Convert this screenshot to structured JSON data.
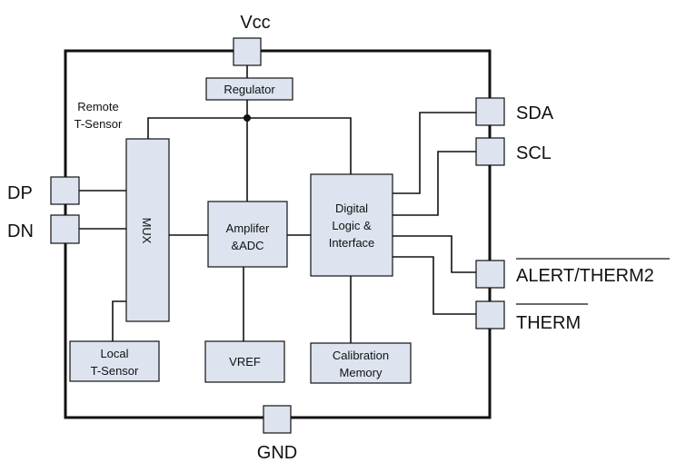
{
  "pins": {
    "vcc": "Vcc",
    "gnd": "GND",
    "dp": "DP",
    "dn": "DN",
    "sda": "SDA",
    "scl": "SCL",
    "alert": "ALERT/THERM2",
    "therm": "THERM"
  },
  "blocks": {
    "regulator": "Regulator",
    "mux": "MUX",
    "amp_line1": "Amplifer",
    "amp_line2": "&ADC",
    "logic_line1": "Digital",
    "logic_line2": "Logic &",
    "logic_line3": "Interface",
    "local_line1": "Local",
    "local_line2": "T-Sensor",
    "vref": "VREF",
    "cal_line1": "Calibration",
    "cal_line2": "Memory"
  },
  "notes": {
    "remote_line1": "Remote",
    "remote_line2": "T-Sensor"
  },
  "colors": {
    "block_fill": "#dde4f0",
    "line": "#111111"
  }
}
